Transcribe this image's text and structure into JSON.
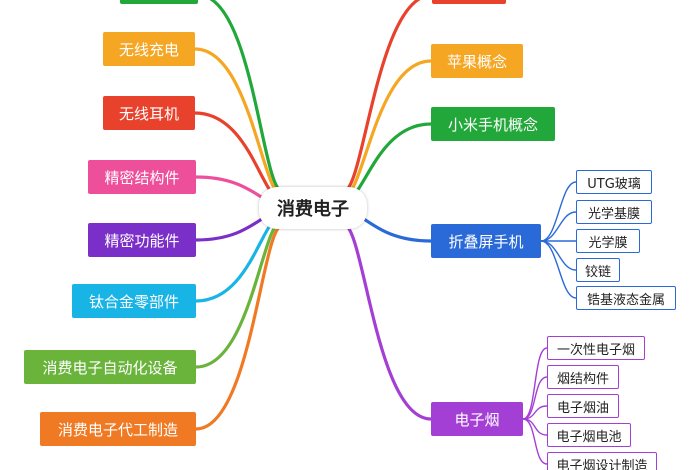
{
  "center": {
    "label": "消费电子"
  },
  "colors": {
    "wireless_charging": "#f5a623",
    "wireless_earphone": "#e8412c",
    "precision_structure": "#ee4f9b",
    "precision_function": "#7b2fc9",
    "titanium_parts": "#19b4e6",
    "automation_equipment": "#6ab43c",
    "oem_manufacturing": "#f07a24",
    "apple_concept": "#f5a623",
    "xiaomi_concept": "#22a83a",
    "foldable_phone": "#2a6ad8",
    "e_cigarette": "#a43fd6",
    "top_left": "#22a83a",
    "top_right": "#e8412c"
  },
  "left_branches": [
    {
      "id": "wireless_charging",
      "label": "无线充电"
    },
    {
      "id": "wireless_earphone",
      "label": "无线耳机"
    },
    {
      "id": "precision_structure",
      "label": "精密结构件"
    },
    {
      "id": "precision_function",
      "label": "精密功能件"
    },
    {
      "id": "titanium_parts",
      "label": "钛合金零部件"
    },
    {
      "id": "automation_equipment",
      "label": "消费电子自动化设备"
    },
    {
      "id": "oem_manufacturing",
      "label": "消费电子代工制造"
    }
  ],
  "right_branches": [
    {
      "id": "apple_concept",
      "label": "苹果概念"
    },
    {
      "id": "xiaomi_concept",
      "label": "小米手机概念"
    },
    {
      "id": "foldable_phone",
      "label": "折叠屏手机"
    },
    {
      "id": "e_cigarette",
      "label": "电子烟"
    }
  ],
  "foldable_children": [
    "UTG玻璃",
    "光学基膜",
    "光学膜",
    "铰链",
    "锆基液态金属"
  ],
  "ecig_children": [
    "一次性电子烟",
    "烟结构件",
    "电子烟油",
    "电子烟电池",
    "电子烟设计制造"
  ]
}
